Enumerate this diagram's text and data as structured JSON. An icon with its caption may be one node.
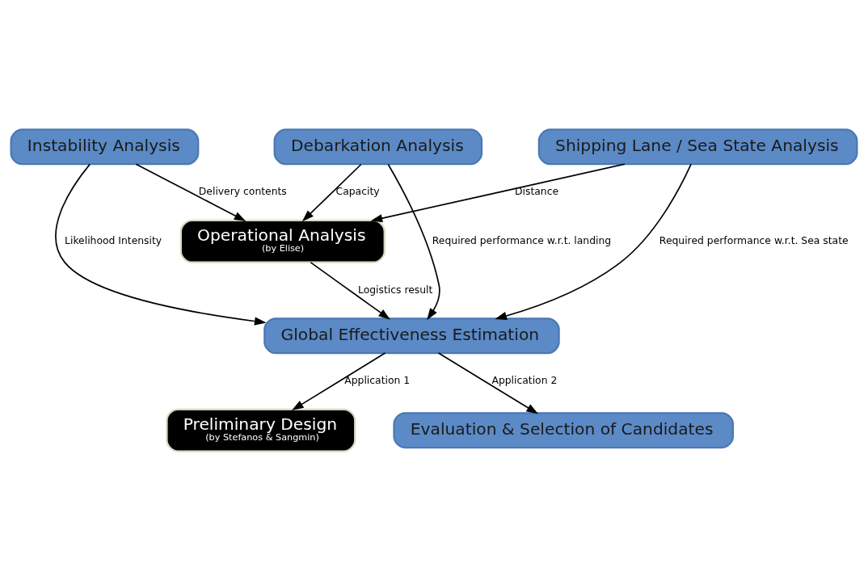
{
  "diagram": {
    "nodes": [
      {
        "text": [
          "Instability Analysis"
        ]
      },
      {
        "text": [
          "Shipping Lane / Sea State Analysis"
        ]
      },
      {
        "text": [
          "Debarkation Analysis"
        ]
      },
      {
        "text": [
          "Operational Analysis",
          "(by Elise)"
        ]
      },
      {
        "text": [
          "Global Effectiveness Estimation"
        ]
      },
      {
        "text": [
          "Preliminary Design",
          "(by Stefanos & Sangmin)"
        ]
      },
      {
        "text": [
          "Evaluation & Selection of Candidates"
        ]
      }
    ],
    "edges": [
      {
        "from": 0,
        "to": 3,
        "arrow": "to",
        "label": "Delivery contents"
      },
      {
        "from": 1,
        "to": 3,
        "arrow": "to",
        "label": "Distance"
      },
      {
        "from": 2,
        "to": 3,
        "arrow": "to",
        "label": "Capacity"
      },
      {
        "from": 0,
        "to": 4,
        "arrow": "to",
        "label": "Likelihood Intensity"
      },
      {
        "from": 1,
        "to": 4,
        "arrow": "to",
        "label": "Required performance w.r.t. Sea state"
      },
      {
        "from": 3,
        "to": 4,
        "arrow": "to",
        "label": "Logistics result"
      },
      {
        "from": 2,
        "to": 4,
        "arrow": "to",
        "label": "Required performance w.r.t. landing"
      },
      {
        "from": 4,
        "to": 5,
        "arrow": "to",
        "label": "Application 1"
      },
      {
        "from": 4,
        "to": 6,
        "arrow": "to",
        "label": "Application 2"
      }
    ]
  }
}
